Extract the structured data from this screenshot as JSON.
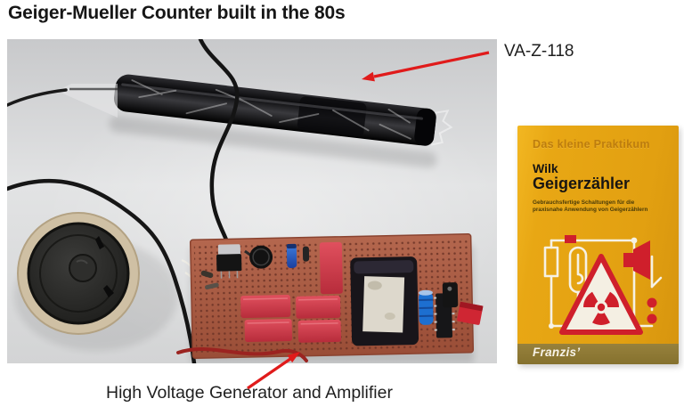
{
  "slide": {
    "title": "Geiger-Mueller Counter built in the 80s"
  },
  "photo_labels": {
    "tube": "VA-Z-118",
    "board": "High Voltage Generator and Amplifier"
  },
  "book": {
    "series": "Das kleine Praktikum",
    "author": "Wilk",
    "title": "Geigerzähler",
    "subtitle_line1": "Gebrauchsfertige Schaltungen für die",
    "subtitle_line2": "praxisnahe Anwendung von Geigerzählern",
    "publisher": "Franzis’"
  },
  "colors": {
    "arrow": "#e01b1b",
    "photo_background": "#d9dadb",
    "board": "#ad5a42",
    "capacitor_red": "#d04050",
    "book_cover": "#e8a714",
    "book_band": "#8d7733",
    "radiation_red": "#cf1f2b"
  }
}
